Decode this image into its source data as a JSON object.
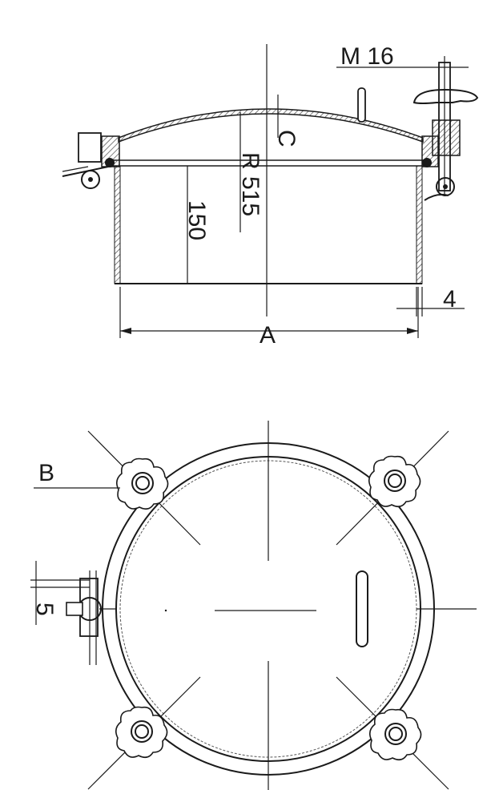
{
  "drawing": {
    "labels": {
      "thread": "M 16",
      "dome_gap": "C",
      "radius": "R 515",
      "height": "150",
      "wall": "4",
      "diameter": "A",
      "knob": "B",
      "bolt_offset": "5"
    },
    "colors": {
      "line": "#1a1a1a",
      "hatch": "#555555",
      "background": "#ffffff"
    }
  }
}
